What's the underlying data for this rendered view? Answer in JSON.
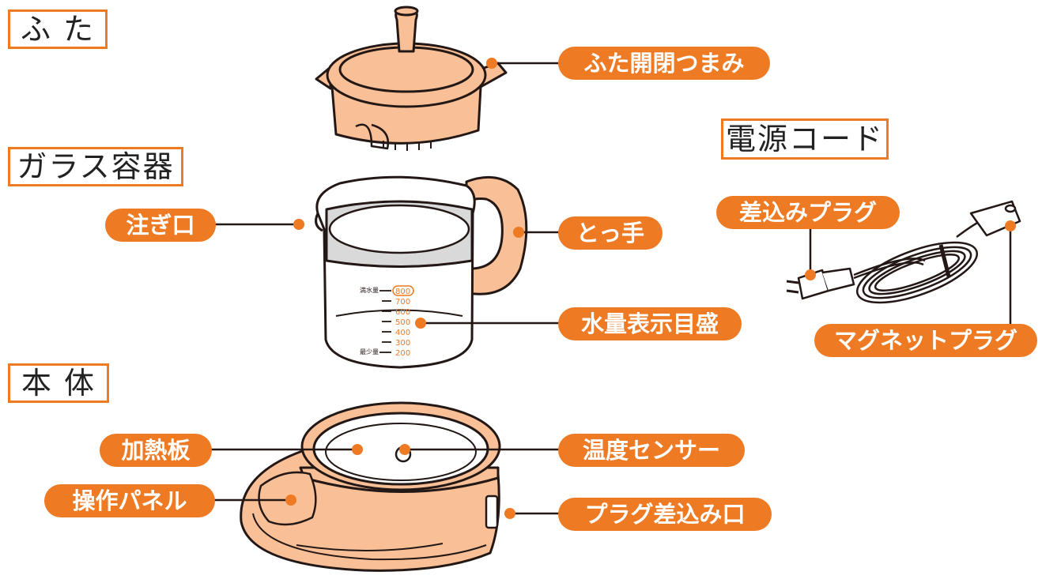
{
  "sections": {
    "lid": "ふ た",
    "glass_container": "ガラス容器",
    "main_body": "本 体",
    "power_cord": "電源コード"
  },
  "callouts": {
    "lid_knob": "ふた開閉つまみ",
    "spout": "注ぎ口",
    "handle": "とっ手",
    "water_level_scale": "水量表示目盛",
    "heating_plate": "加熱板",
    "temperature_sensor": "温度センサー",
    "control_panel": "操作パネル",
    "plug_socket": "プラグ差込み口",
    "insert_plug": "差込みプラグ",
    "magnet_plug": "マグネットプラグ"
  },
  "scale": {
    "max_label": "満水量",
    "min_label": "最少量",
    "marks": [
      "800",
      "700",
      "600",
      "500",
      "400",
      "300",
      "200"
    ]
  },
  "colors": {
    "accent": "#ee7a24",
    "body_fill": "#f9c097",
    "outline": "#231815",
    "glass_band": "#d9d9d9"
  }
}
